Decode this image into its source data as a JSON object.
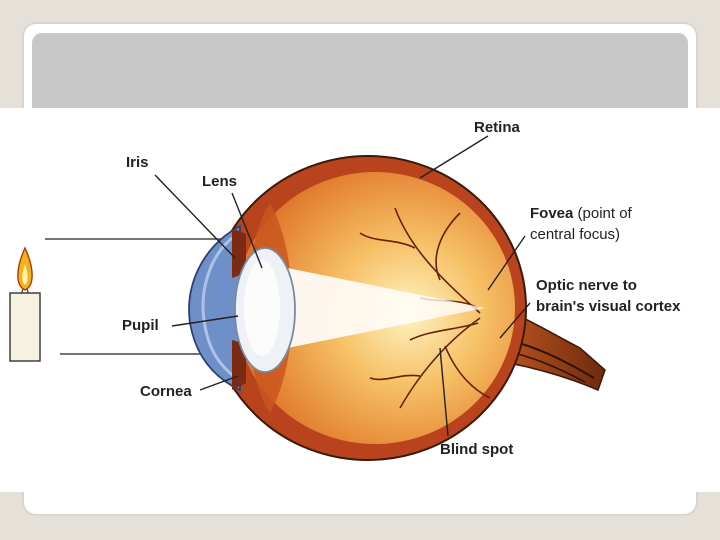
{
  "labels": {
    "retina": "Retina",
    "iris": "Iris",
    "lens": "Lens",
    "fovea": "Fovea",
    "fovea_note_1": " (point of",
    "fovea_note_2": "central focus)",
    "optic_line_1": "Optic nerve to",
    "optic_line_2": "brain's visual cortex",
    "pupil": "Pupil",
    "cornea": "Cornea",
    "blind_spot": "Blind spot"
  },
  "colors": {
    "background": "#e6e1d8",
    "title_bar": "#c8c8c8",
    "eye_wall": "#b8431d",
    "eye_inner": "#f5b04a",
    "cornea": "#6e8fc8",
    "nerve": "#8a3a17"
  }
}
